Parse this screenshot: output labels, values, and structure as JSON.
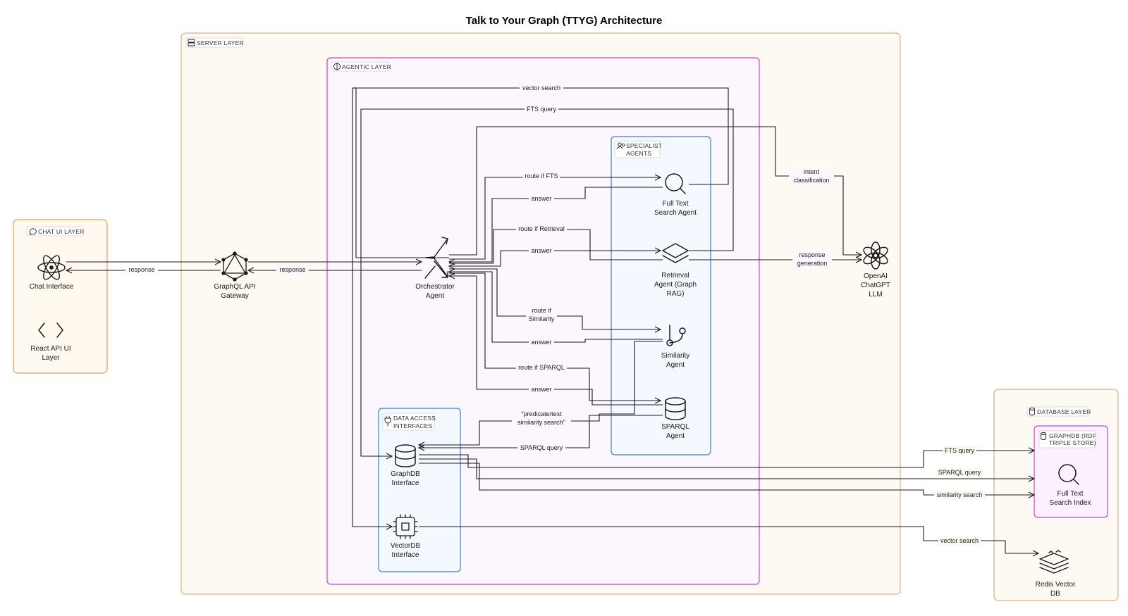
{
  "title": "Talk to Your Graph (TTYG) Architecture",
  "colors": {
    "chat_layer_border": "#e0a155",
    "chat_layer_fill": "#fff9ef",
    "server_layer_border": "#d9b283",
    "server_layer_fill": "#fdfaf3",
    "agentic_layer_border": "#cc44cc",
    "agentic_layer_fill": "#fcf6ff",
    "specialist_border": "#3d7fd6",
    "specialist_fill": "#f4f8ff",
    "data_access_border": "#3d7fd6",
    "data_access_fill": "#f4f8ff",
    "database_layer_border": "#d9b283",
    "database_layer_fill": "#fdfaf3",
    "graphdb_border": "#cc44cc",
    "graphdb_fill": "#fcf0ff"
  },
  "groups": {
    "chat_ui": {
      "label": "CHAT UI LAYER",
      "icon": "chat-bubble-icon"
    },
    "server": {
      "label": "SERVER LAYER",
      "icon": "server-icon"
    },
    "agentic": {
      "label": "AGENTIC LAYER",
      "icon": "brain-icon"
    },
    "specialist": {
      "label_line1": "SPECIALIST",
      "label_line2": "AGENTS",
      "icon": "users-icon"
    },
    "data_access": {
      "label_line1": "DATA ACCESS",
      "label_line2": "INTERFACES",
      "icon": "plug-icon"
    },
    "database": {
      "label": "DATABASE LAYER",
      "icon": "database-icon"
    },
    "graphdb": {
      "label_line1": "GRAPHDB (RDF",
      "label_line2": "TRIPLE STORE)",
      "icon": "database-icon"
    }
  },
  "nodes": {
    "chat_interface": {
      "line1": "Chat Interface",
      "icon": "react-icon"
    },
    "react_api": {
      "line1": "React API UI",
      "line2": "Layer",
      "icon": "code-brackets-icon"
    },
    "graphql": {
      "line1": "GraphQL API",
      "line2": "Gateway",
      "icon": "graphql-icon"
    },
    "orchestrator": {
      "line1": "Orchestrator",
      "line2": "Agent",
      "icon": "shuffle-icon"
    },
    "fts_agent": {
      "line1": "Full Text",
      "line2": "Search Agent",
      "icon": "search-icon"
    },
    "retrieval_agent": {
      "line1": "Retrieval",
      "line2": "Agent (Graph",
      "line3": "RAG)",
      "icon": "layers-icon"
    },
    "similarity_agent": {
      "line1": "Similarity",
      "line2": "Agent",
      "icon": "git-branch-icon"
    },
    "sparql_agent": {
      "line1": "SPARQL",
      "line2": "Agent",
      "icon": "database-icon"
    },
    "graphdb_interface": {
      "line1": "GraphDB",
      "line2": "Interface",
      "icon": "database-icon"
    },
    "vectordb_interface": {
      "line1": "VectorDB",
      "line2": "Interface",
      "icon": "cpu-chip-icon"
    },
    "openai": {
      "line1": "OpenAI",
      "line2": "ChatGPT",
      "line3": "LLM",
      "icon": "openai-icon"
    },
    "fts_index": {
      "line1": "Full Text",
      "line2": "Search Index",
      "icon": "search-icon"
    },
    "redis": {
      "line1": "Redis Vector",
      "line2": "DB",
      "icon": "redis-stack-icon"
    }
  },
  "edges": {
    "response_chat": "response",
    "response_gateway": "response",
    "vector_search_top": "vector search",
    "fts_query_top": "FTS query",
    "route_fts": "route if FTS",
    "answer_fts": "answer",
    "route_retrieval": "route if Retrieval",
    "answer_retrieval": "answer",
    "route_similarity_1": "route if",
    "route_similarity_2": "Similarity",
    "answer_similarity": "answer",
    "route_sparql": "route if SPARQL",
    "answer_sparql": "answer",
    "predicate_1": "\"predicate/text",
    "predicate_2": "similarity search\"",
    "sparql_query_internal": "SPARQL query",
    "intent_1": "intent",
    "intent_2": "classification",
    "response_gen_1": "response",
    "response_gen_2": "generation",
    "fts_query_db": "FTS query",
    "sparql_query_db": "SPARQL query",
    "similarity_search_db": "similarity search",
    "vector_search_db": "vector search"
  }
}
